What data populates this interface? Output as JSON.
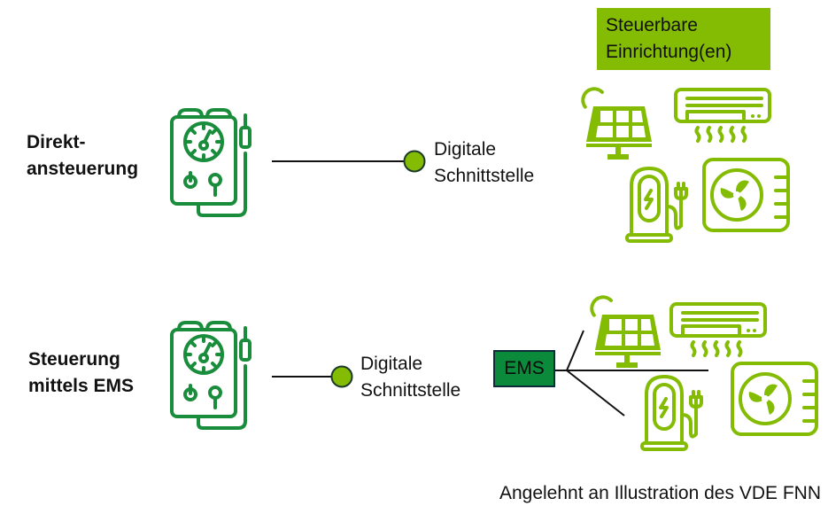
{
  "legend": {
    "title_line1": "Steuerbare",
    "title_line2": "Einrichtung(en)",
    "color": "#84bc04"
  },
  "rows": [
    {
      "label_line1": "Direkt-",
      "label_line2": "ansteuerung",
      "interface_line1": "Digitale",
      "interface_line2": "Schnittstelle"
    },
    {
      "label_line1": "Steuerung",
      "label_line2": "mittels EMS",
      "interface_line1": "Digitale",
      "interface_line2": "Schnittstelle",
      "ems_label": "EMS"
    }
  ],
  "icons": {
    "meter": "control-box-meter-icon",
    "devices": [
      "solar-panel-icon",
      "air-conditioner-icon",
      "ev-charger-icon",
      "heat-pump-icon"
    ]
  },
  "colors": {
    "meter": "#1a8d3c",
    "device": "#84bc04",
    "ems": "#0a8a3a",
    "node": "#84bc04"
  },
  "footer": "Angelehnt an Illustration des VDE FNN"
}
